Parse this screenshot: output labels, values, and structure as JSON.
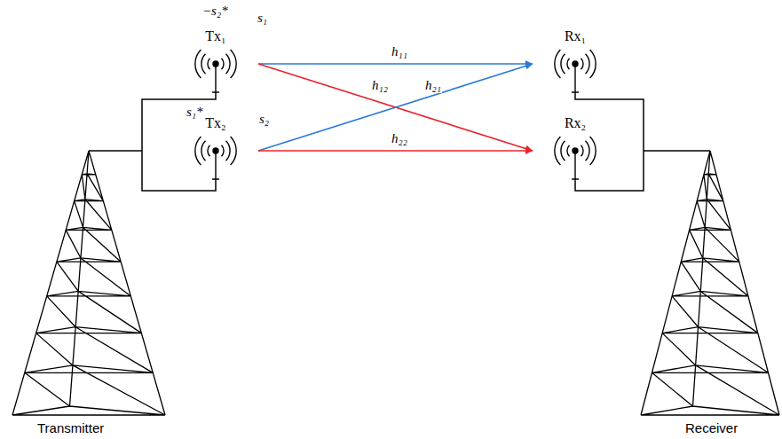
{
  "diagram": {
    "nodes": [
      {
        "text": [
          "Tx₁"
        ]
      },
      {
        "text": [
          "Tx₂"
        ]
      },
      {
        "text": [
          "Rx₁"
        ]
      },
      {
        "text": [
          "Rx₂"
        ]
      }
    ],
    "edges": [
      {
        "from": 0,
        "to": 2,
        "arrow": "to",
        "label": "h₁₁"
      },
      {
        "from": 0,
        "to": 3,
        "arrow": "to",
        "label": "h₁₂"
      },
      {
        "from": 1,
        "to": 2,
        "arrow": "to",
        "label": "h₂₁"
      },
      {
        "from": 1,
        "to": 3,
        "arrow": "to",
        "label": "h₂₂"
      }
    ],
    "labels": [
      "−s₂*",
      "s₁",
      "s₁*",
      "s₂",
      "Transmitter",
      "Receiver"
    ]
  }
}
